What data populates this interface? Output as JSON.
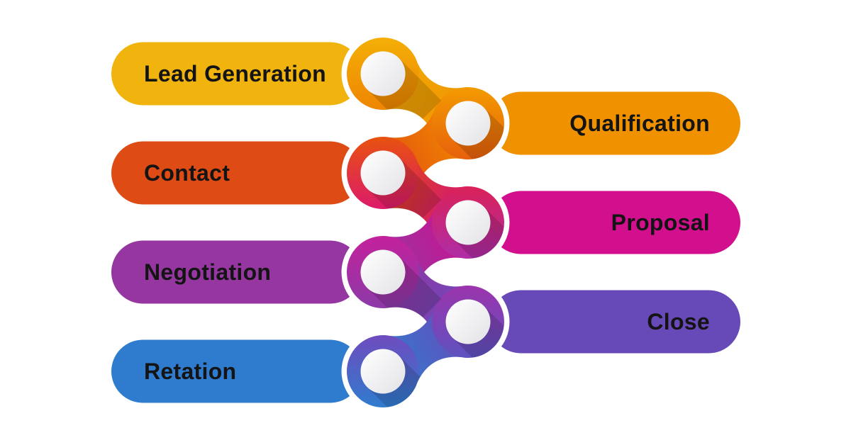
{
  "canvas": {
    "background": "#ffffff",
    "text_color": "#141414"
  },
  "stages": [
    {
      "label": "Lead Generation",
      "side": "left",
      "color": "#F1B40E",
      "node": {
        "top": "#F4AF07",
        "bottom": "#EE8501"
      }
    },
    {
      "label": "Qualification",
      "side": "right",
      "color": "#F09100",
      "node": {
        "top": "#F39B00",
        "bottom": "#E7600C"
      }
    },
    {
      "label": "Contact",
      "side": "left",
      "color": "#DF4B14",
      "node": {
        "top": "#E8520E",
        "bottom": "#DC1A6B"
      }
    },
    {
      "label": "Proposal",
      "side": "right",
      "color": "#D20F8D",
      "node": {
        "top": "#DB2158",
        "bottom": "#AE2DA7"
      }
    },
    {
      "label": "Negotiation",
      "side": "left",
      "color": "#9536A1",
      "node": {
        "top": "#C4219C",
        "bottom": "#8C3AA8"
      }
    },
    {
      "label": "Close",
      "side": "right",
      "color": "#6849B8",
      "node": {
        "top": "#9C34AC",
        "bottom": "#5E52C0"
      }
    },
    {
      "label": "Retation",
      "side": "left",
      "color": "#2F7CCE",
      "node": {
        "top": "#6F4BBE",
        "bottom": "#2F7CCE"
      }
    }
  ],
  "connectors": [
    {
      "from": "#F2AC06",
      "to": "#F09200"
    },
    {
      "from": "#F08C00",
      "to": "#E4500F"
    },
    {
      "from": "#E0480F",
      "to": "#D21284"
    },
    {
      "from": "#CE1190",
      "to": "#9537A2"
    },
    {
      "from": "#9337A4",
      "to": "#6C49B9"
    },
    {
      "from": "#6A4ABA",
      "to": "#2F7CCE"
    }
  ],
  "node_inner": {
    "from": "#ffffff",
    "to": "#e3e3e7"
  }
}
